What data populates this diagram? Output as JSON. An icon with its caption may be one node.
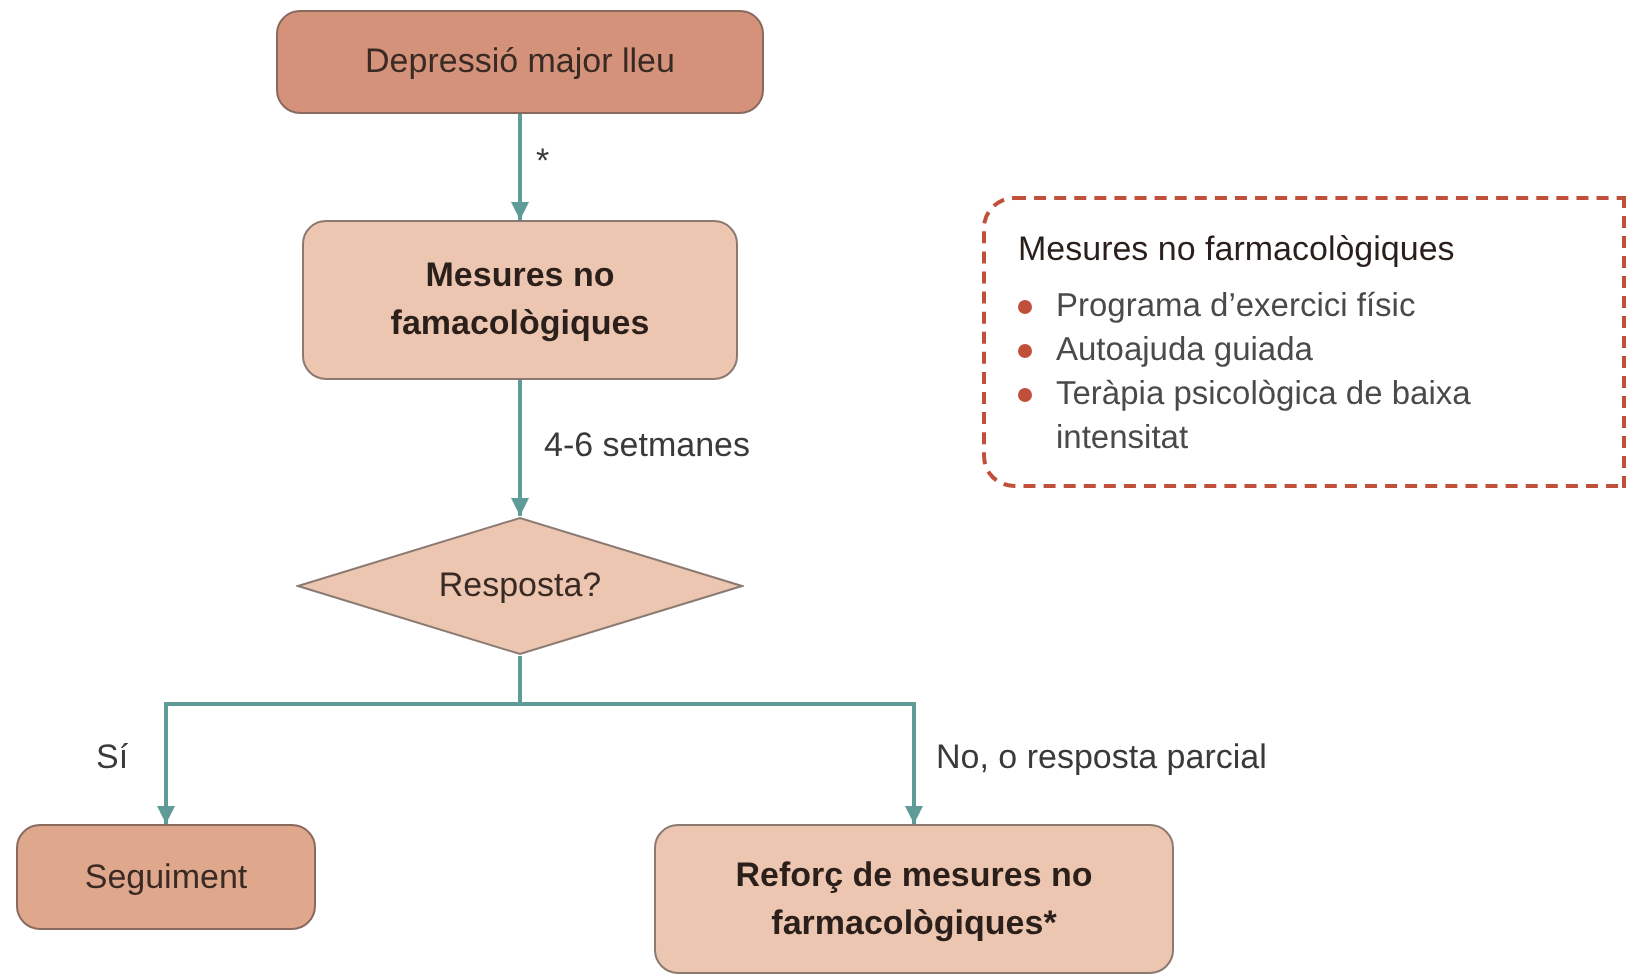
{
  "diagram": {
    "nodes": [
      {
        "text": [
          "Depressió major lleu"
        ]
      },
      {
        "text": [
          "Mesures no famacològiques"
        ]
      },
      {
        "text": [
          "Resposta?"
        ]
      },
      {
        "text": [
          "Seguiment"
        ]
      },
      {
        "text": [
          "Reforç de mesures no farmacològiques*"
        ]
      },
      {
        "text": [
          "Mesures no farmacològiques",
          "Programa d’exercici físic",
          "Autoajuda guiada",
          "Teràpia psicològica de baixa intensitat"
        ]
      }
    ],
    "edges": [
      {
        "from": 0,
        "to": 1,
        "arrow": "to",
        "label": "*"
      },
      {
        "from": 1,
        "to": 2,
        "arrow": "to",
        "label": "4-6 setmanes"
      },
      {
        "from": 2,
        "to": 3,
        "arrow": "to",
        "label": "Sí"
      },
      {
        "from": 2,
        "to": 4,
        "arrow": "to",
        "label": "No, o resposta parcial"
      }
    ]
  }
}
